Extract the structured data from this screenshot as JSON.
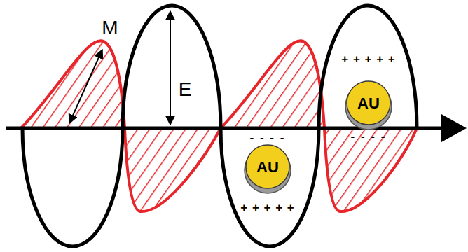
{
  "diagram": {
    "nodes": [
      {
        "text": [
          "AU"
        ]
      },
      {
        "text": [
          "AU"
        ]
      }
    ],
    "labels": [
      "M",
      "E",
      "+ + + + +",
      "- - - -",
      "- - - -",
      "+ + + + +"
    ]
  }
}
